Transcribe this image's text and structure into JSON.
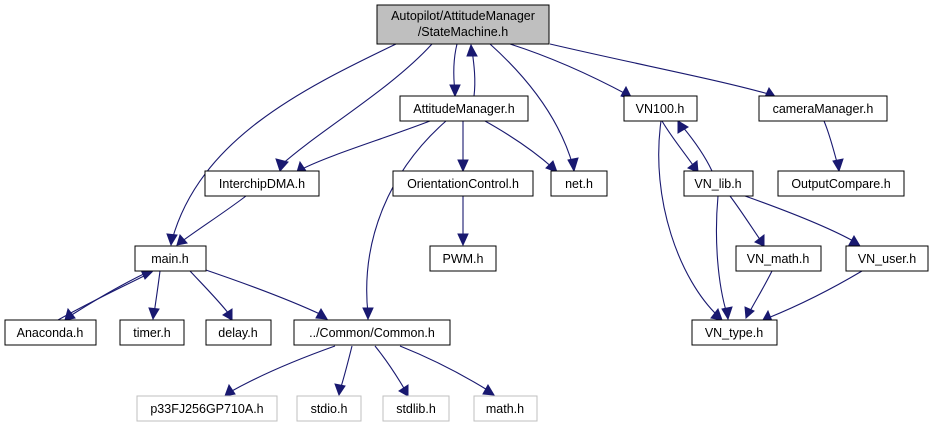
{
  "diagram": {
    "root_line1": "Autopilot/AttitudeManager",
    "root_line2": "/StateMachine.h",
    "nodes": {
      "attitudemanager": "AttitudeManager.h",
      "vn100": "VN100.h",
      "cameramanager": "cameraManager.h",
      "interchipdma": "InterchipDMA.h",
      "orientationcontrol": "OrientationControl.h",
      "net": "net.h",
      "vn_lib": "VN_lib.h",
      "outputcompare": "OutputCompare.h",
      "main": "main.h",
      "pwm": "PWM.h",
      "vn_math": "VN_math.h",
      "vn_user": "VN_user.h",
      "anaconda": "Anaconda.h",
      "timer": "timer.h",
      "delay": "delay.h",
      "common": "../Common/Common.h",
      "vn_type": "VN_type.h",
      "p33fj": "p33FJ256GP710A.h",
      "stdio": "stdio.h",
      "stdlib": "stdlib.h",
      "math": "math.h"
    },
    "edge_color": "#191970",
    "root_fill": "#bfbfbf",
    "external_border": "#bfbfbf"
  }
}
